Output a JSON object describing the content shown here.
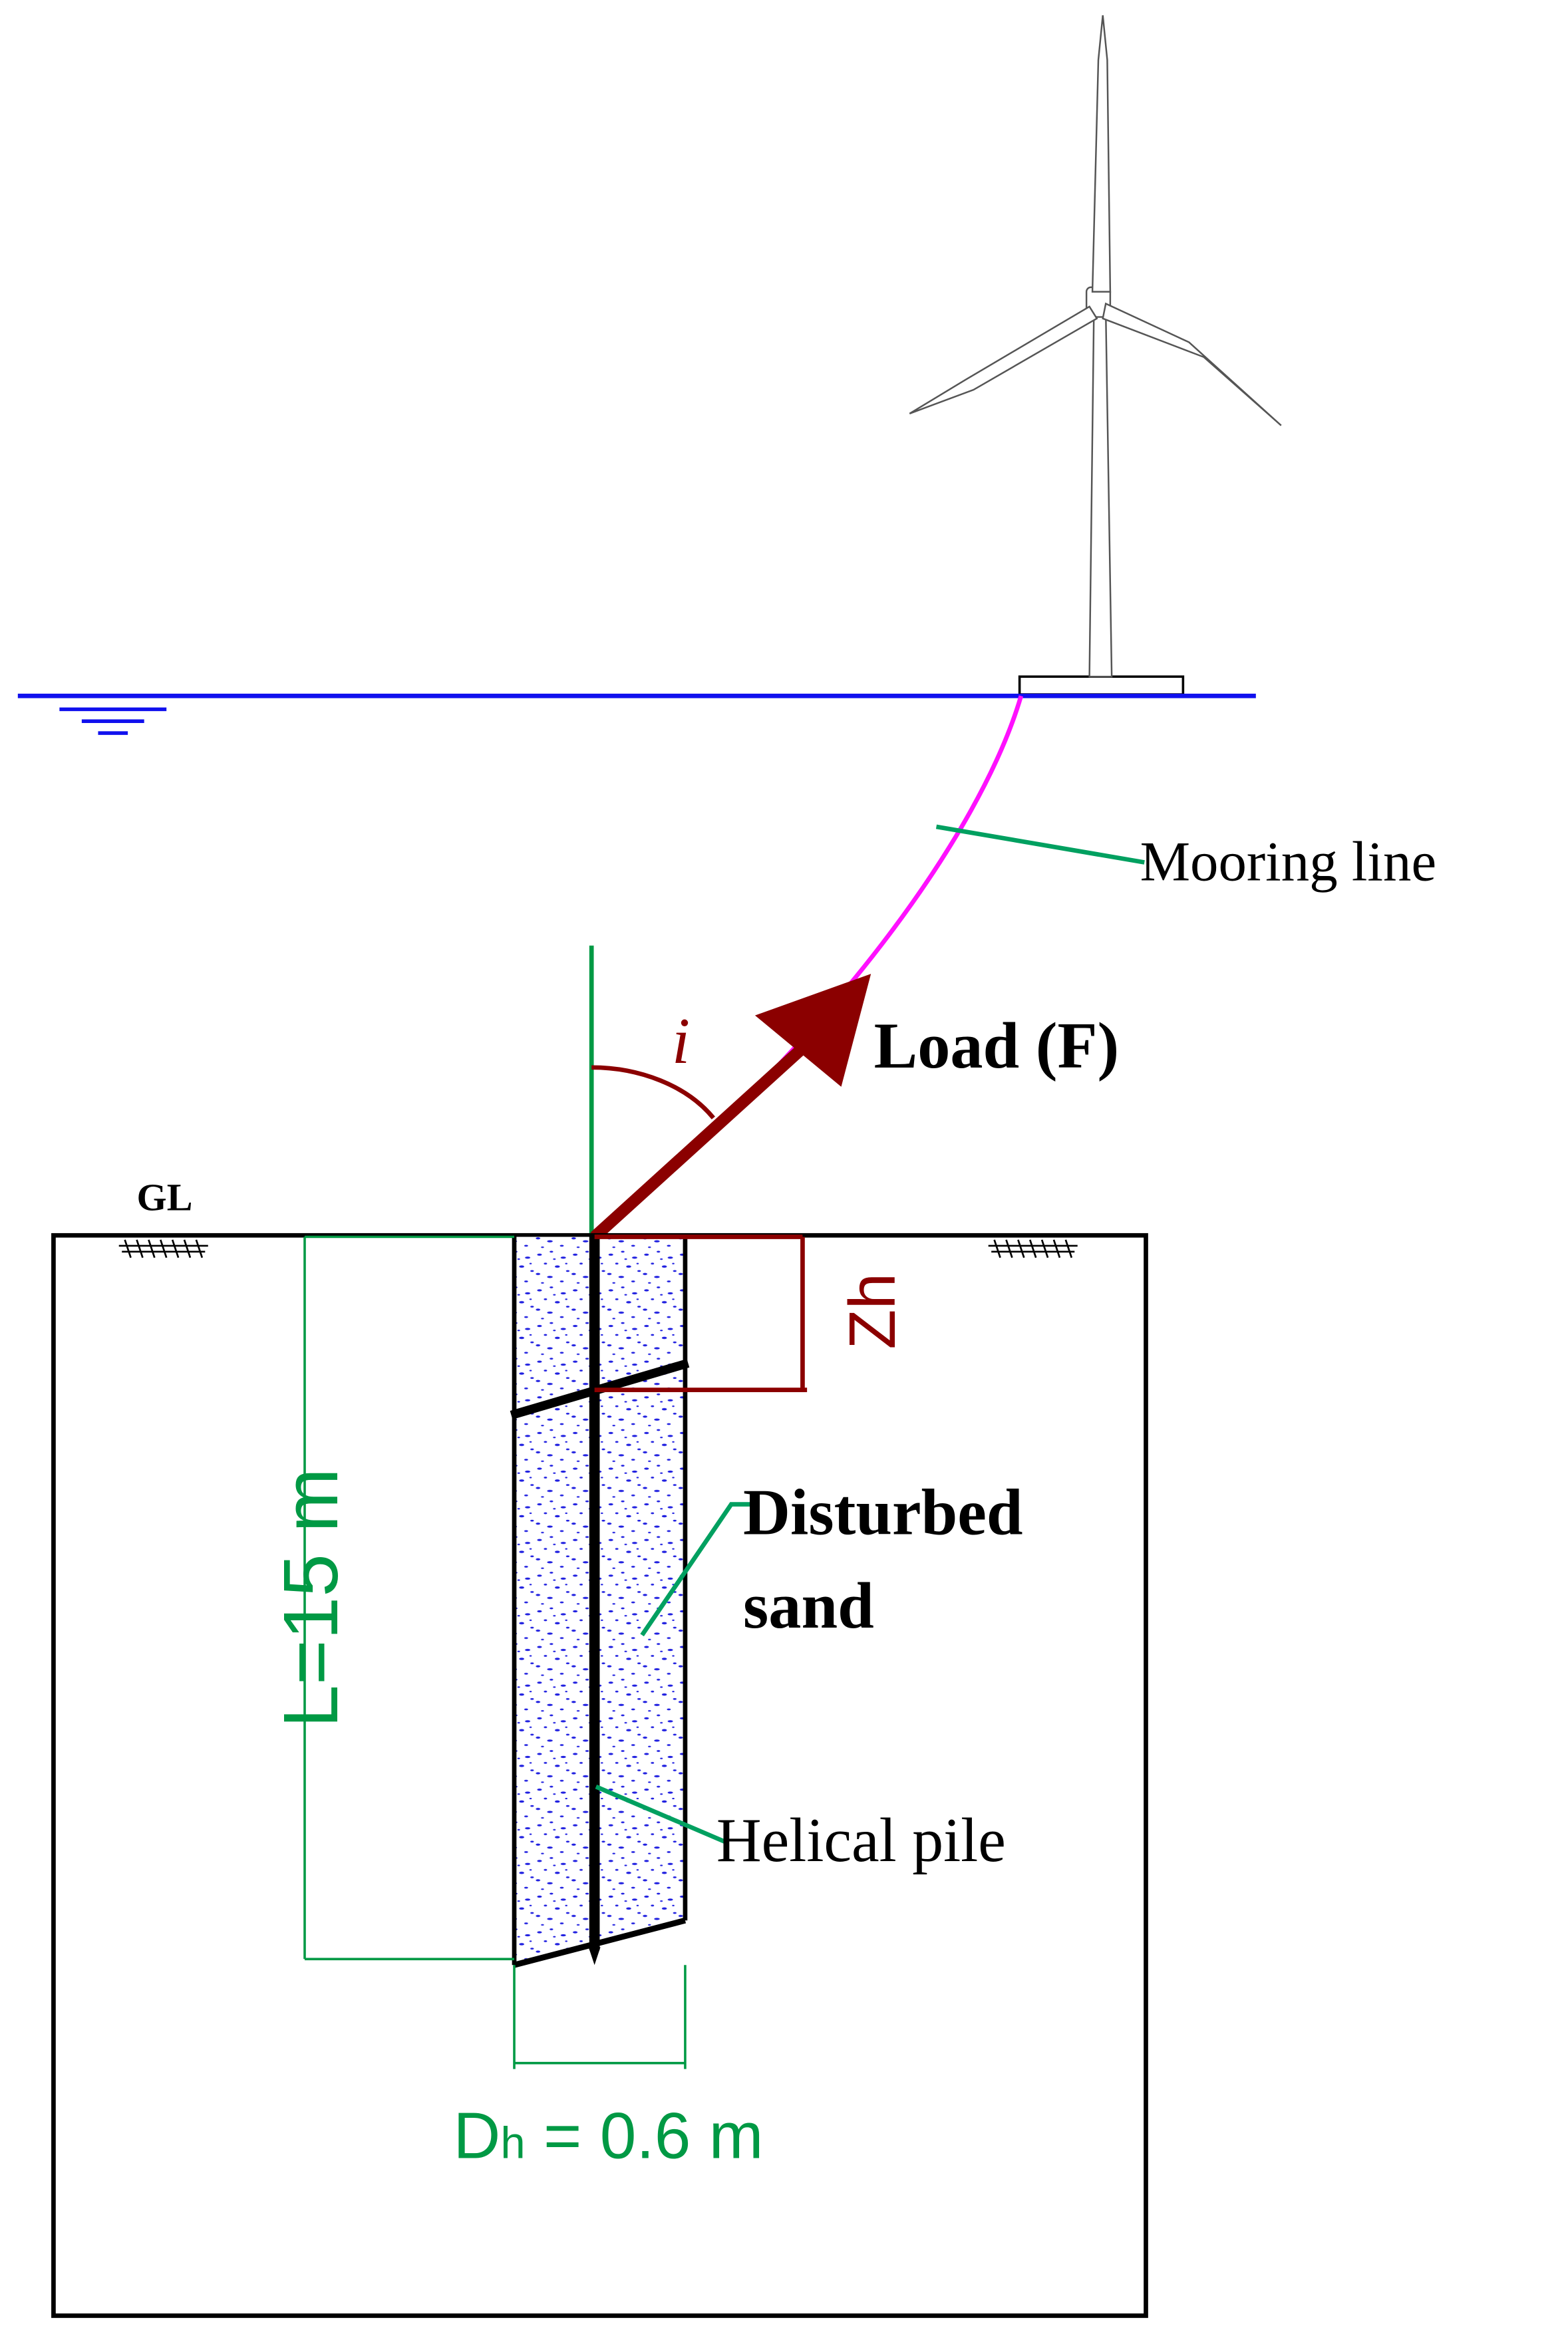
{
  "labels": {
    "mooring_line": "Mooring line",
    "load": "Load (F)",
    "angle": "i",
    "ground_level": "GL",
    "helix_depth": "Zh",
    "length": "L=15 m",
    "disturbed_line1": "Disturbed",
    "disturbed_line2": "sand",
    "helical_pile": "Helical pile",
    "diameter_main": "D",
    "diameter_sub": "h",
    "diameter_value": " = 0.6 m"
  },
  "colors": {
    "water": "#1010ee",
    "mooring": "#ff10ff",
    "load_arrow": "#8b0000",
    "dimension": "#009944",
    "leader": "#00a060",
    "outline": "#000000",
    "sand_speckle": "#2020e0",
    "turbine": "#555555"
  }
}
